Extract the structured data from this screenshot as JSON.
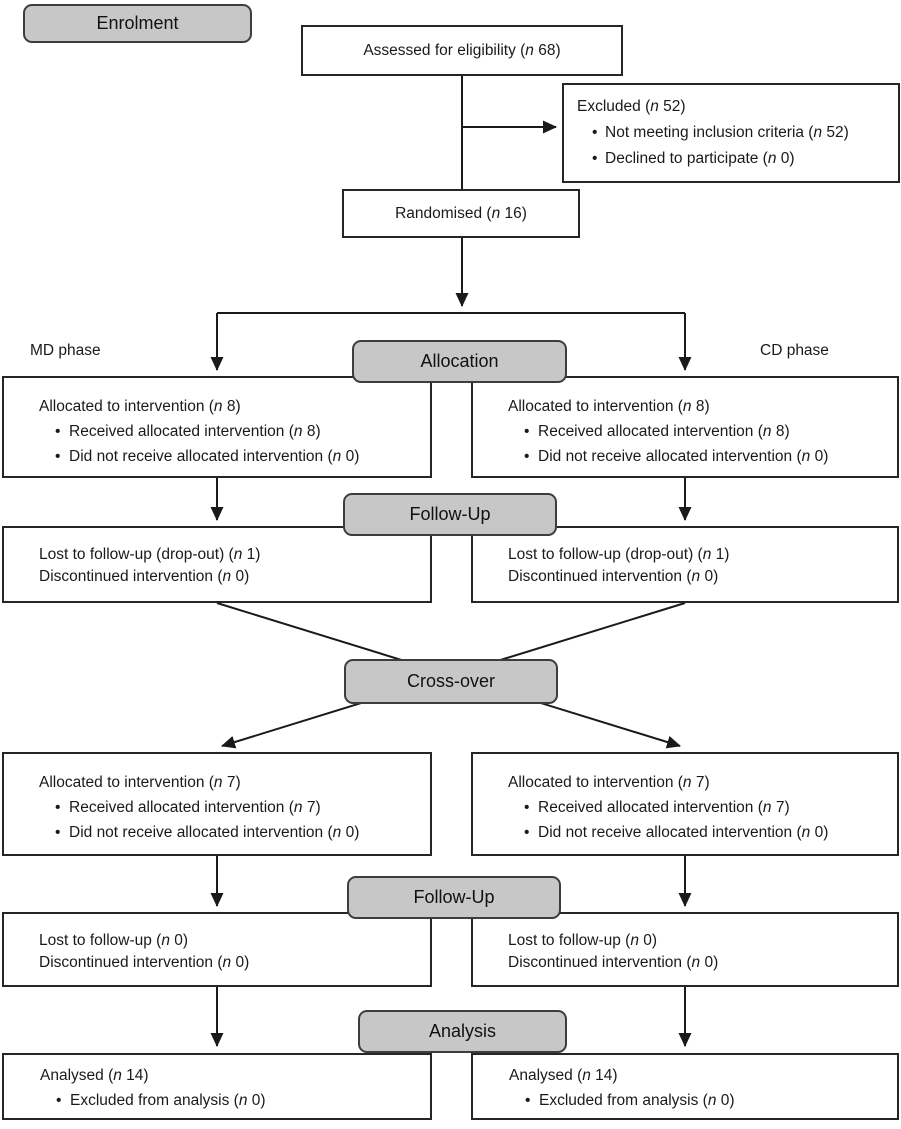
{
  "figure": {
    "stages": {
      "enrolment": "Enrolment",
      "allocation": "Allocation",
      "followup_1": "Follow-Up",
      "crossover": "Cross-over",
      "followup_2": "Follow-Up",
      "analysis": "Analysis"
    },
    "phases": {
      "left": "MD phase",
      "right": "CD phase"
    },
    "enrolment": {
      "assessed": "Assessed for eligibility (n 68)",
      "excluded_title": "Excluded (n 52)",
      "excluded_bullets": [
        "Not meeting inclusion criteria (n 52)",
        "Declined to participate (n 0)"
      ],
      "randomised": "Randomised (n 16)"
    },
    "allocation_row": {
      "left": {
        "title": "Allocated to intervention (n 8)",
        "bullets": [
          "Received allocated intervention (n 8)",
          "Did not receive allocated intervention (n 0)"
        ]
      },
      "right": {
        "title": "Allocated to intervention (n 8)",
        "bullets": [
          "Received allocated intervention (n 8)",
          "Did not receive allocated intervention (n 0)"
        ]
      }
    },
    "followup_row_1": {
      "left": {
        "lines": [
          "Lost to follow-up (drop-out) (n 1)",
          "Discontinued intervention (n 0)"
        ]
      },
      "right": {
        "lines": [
          "Lost to follow-up (drop-out) (n 1)",
          "Discontinued intervention (n 0)"
        ]
      }
    },
    "crossover_row": {
      "left": {
        "title": "Allocated to intervention (n 7)",
        "bullets": [
          "Received allocated intervention (n 7)",
          "Did not receive allocated intervention (n 0)"
        ]
      },
      "right": {
        "title": "Allocated to intervention (n 7)",
        "bullets": [
          "Received allocated intervention (n 7)",
          "Did not receive allocated intervention (n 0)"
        ]
      }
    },
    "followup_row_2": {
      "left": {
        "lines": [
          "Lost to follow-up (n 0)",
          "Discontinued intervention (n 0)"
        ]
      },
      "right": {
        "lines": [
          "Lost to follow-up (n 0)",
          "Discontinued intervention (n 0)"
        ]
      }
    },
    "analysis_row": {
      "left": {
        "title": "Analysed (n 14)",
        "bullets": [
          "Excluded from analysis (n 0)"
        ]
      },
      "right": {
        "title": "Analysed (n 14)",
        "bullets": [
          "Excluded from analysis (n 0)"
        ]
      }
    },
    "colors": {
      "stage_fill": "#c7c7c7",
      "stage_border": "#3d3d3d",
      "box_border": "#262626",
      "text": "#1a1a1a",
      "line": "#1a1a1a",
      "background": "#ffffff"
    }
  }
}
